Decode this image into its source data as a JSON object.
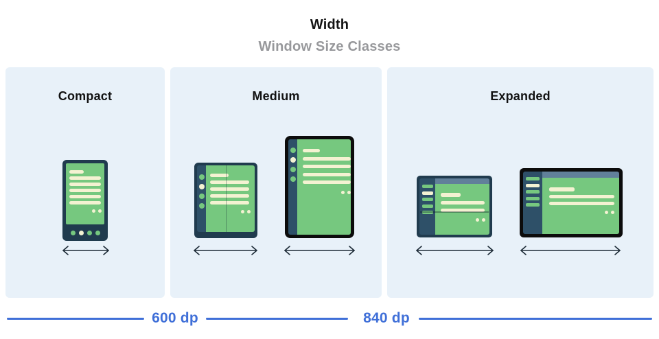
{
  "header": {
    "title": "Width",
    "subtitle": "Window Size Classes"
  },
  "panels": [
    {
      "label": "Compact",
      "devices": [
        "phone"
      ]
    },
    {
      "label": "Medium",
      "devices": [
        "foldable-open",
        "tablet-portrait"
      ]
    },
    {
      "label": "Expanded",
      "devices": [
        "foldable-landscape",
        "tablet-landscape-large"
      ]
    }
  ],
  "breakpoints": [
    {
      "label": "600 dp"
    },
    {
      "label": "840 dp"
    }
  ],
  "colors": {
    "accent_blue": "#3f6fd8",
    "panel_bg": "#e8f1f9",
    "device_frame_navy": "#203b4e",
    "device_frame_black": "#0c0c0c",
    "sidebar_navy": "#2e5068",
    "screen_green": "#76c87f",
    "content_cream": "#f4f2d2",
    "topbar_slate": "#61809a",
    "subtitle_gray": "#97989b",
    "arrow_dark": "#1d2b37"
  }
}
